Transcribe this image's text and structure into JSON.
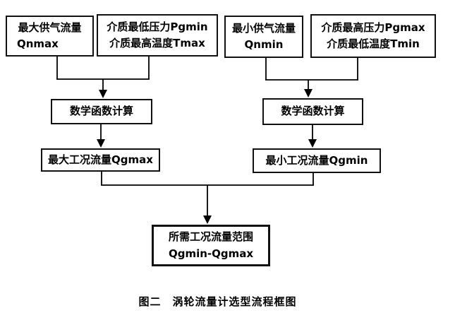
{
  "figure": {
    "caption": "图二　涡轮流量计选型流程框图"
  },
  "flowchart": {
    "nodes": [
      {
        "id": "max-supply-flow",
        "lines": [
          "最大供气流量",
          "Qnmax"
        ]
      },
      {
        "id": "medium-min-pressure-max-temp",
        "lines": [
          "介质最低压力Pgmin",
          "介质最高温度Tmax"
        ]
      },
      {
        "id": "min-supply-flow",
        "lines": [
          "最小供气流量",
          "Qnmin"
        ]
      },
      {
        "id": "medium-max-pressure-min-temp",
        "lines": [
          "介质最高压力Pgmax",
          "介质最低温度Tmin"
        ]
      },
      {
        "id": "math-calc-left",
        "lines": [
          "数学函数计算"
        ]
      },
      {
        "id": "math-calc-right",
        "lines": [
          "数学函数计算"
        ]
      },
      {
        "id": "max-operating-flow",
        "lines": [
          "最大工况流量Qgmax"
        ]
      },
      {
        "id": "min-operating-flow",
        "lines": [
          "最小工况流量Qgmin"
        ]
      },
      {
        "id": "required-flow-range",
        "lines": [
          "所需工况流量范围",
          "Qgmin-Qgmax"
        ]
      }
    ],
    "line_color": "#000000",
    "box_background": "#ffffff"
  }
}
